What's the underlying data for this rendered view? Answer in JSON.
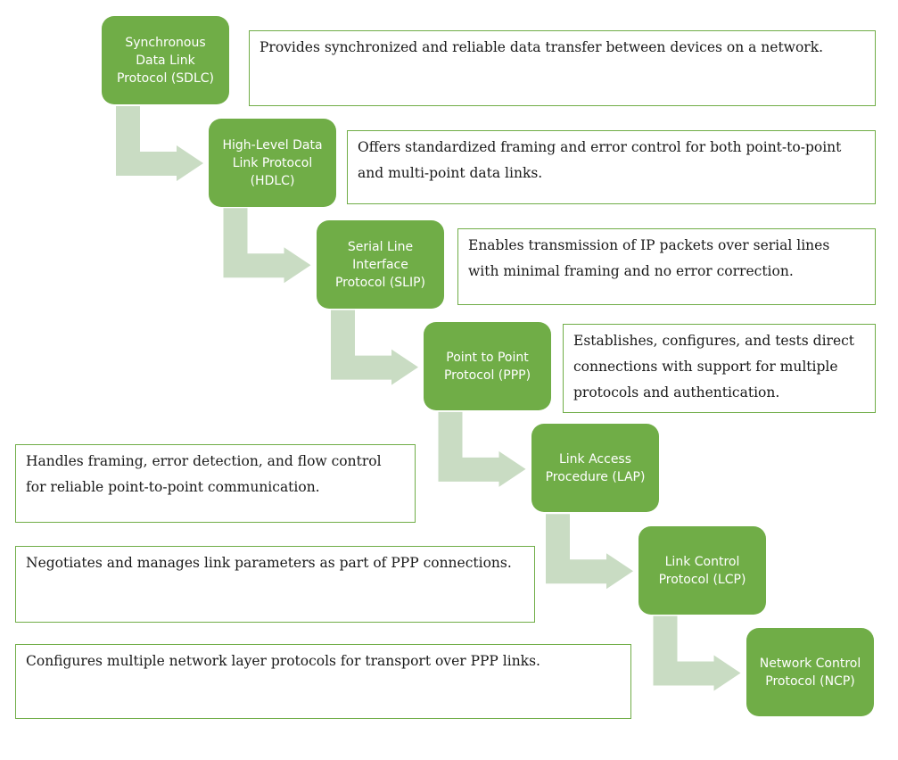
{
  "diagram": {
    "arrow_color": "#c9dcc3",
    "node_color": "#70ad47",
    "border_color": "#70ad47",
    "steps": [
      {
        "name": "Synchronous Data Link Protocol (SDLC)",
        "lines": [
          "Synchronous",
          "Data Link",
          "Protocol (SDLC)"
        ],
        "description": "Provides synchronized and reliable data transfer between devices on a network."
      },
      {
        "name": "High-Level Data Link Protocol (HDLC)",
        "lines": [
          "High-Level Data",
          "Link Protocol",
          "(HDLC)"
        ],
        "description": "Offers standardized framing and error control for both point-to-point and multi-point data links."
      },
      {
        "name": "Serial Line Interface Protocol (SLIP)",
        "lines": [
          "Serial Line",
          "Interface",
          "Protocol (SLIP)"
        ],
        "description": "Enables transmission of IP packets over serial lines with minimal framing and no error correction."
      },
      {
        "name": "Point to Point Protocol (PPP)",
        "lines": [
          "Point to Point",
          "Protocol (PPP)"
        ],
        "description": "Establishes, configures, and tests direct connections with support for multiple protocols and authentication."
      },
      {
        "name": "Link Access Procedure (LAP)",
        "lines": [
          "Link Access",
          "Procedure (LAP)"
        ],
        "description": "Handles framing, error detection, and flow control for reliable point-to-point communication."
      },
      {
        "name": "Link Control Protocol (LCP)",
        "lines": [
          "Link Control",
          "Protocol (LCP)"
        ],
        "description": "Negotiates and manages link parameters as part of PPP connections."
      },
      {
        "name": "Network Control Protocol (NCP)",
        "lines": [
          "Network Control",
          "Protocol (NCP)"
        ],
        "description": "Configures multiple network layer protocols for transport over PPP links."
      }
    ]
  }
}
